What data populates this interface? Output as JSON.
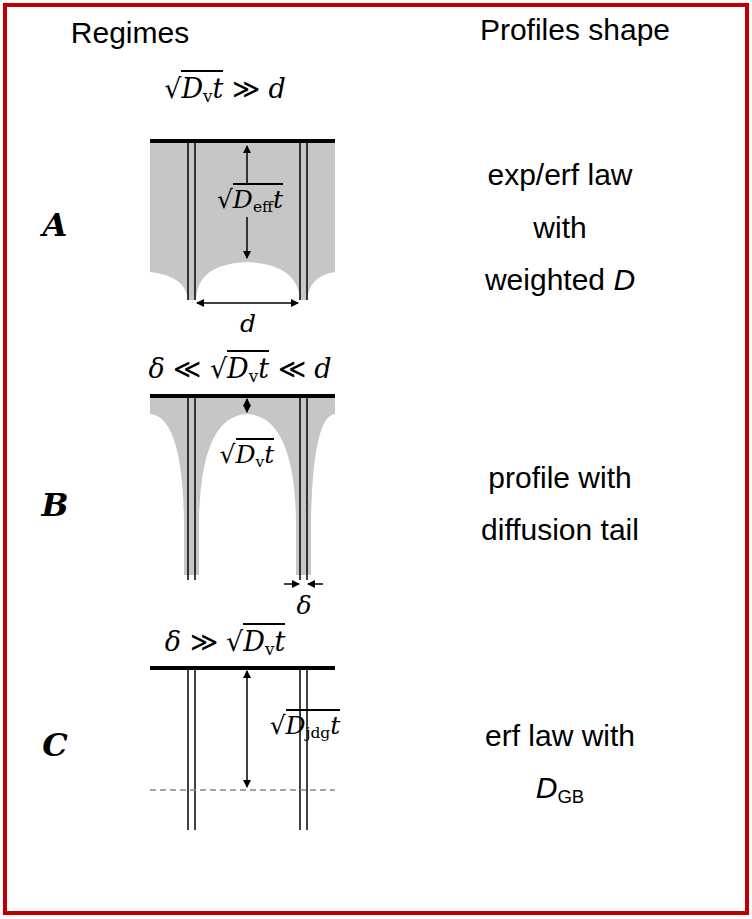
{
  "diagram": {
    "labels": [
      "Regimes",
      "Profiles shape",
      "√Dvt ≫ d",
      "A",
      "√Defft",
      "d",
      "exp/erf law with weighted D",
      "δ ≪ √Dvt ≪ d",
      "B",
      "√Dvt",
      "δ",
      "profile with diffusion tail",
      "δ ≫ √Dvt",
      "C",
      "√Djdgt",
      "erf law with DGB"
    ]
  }
}
